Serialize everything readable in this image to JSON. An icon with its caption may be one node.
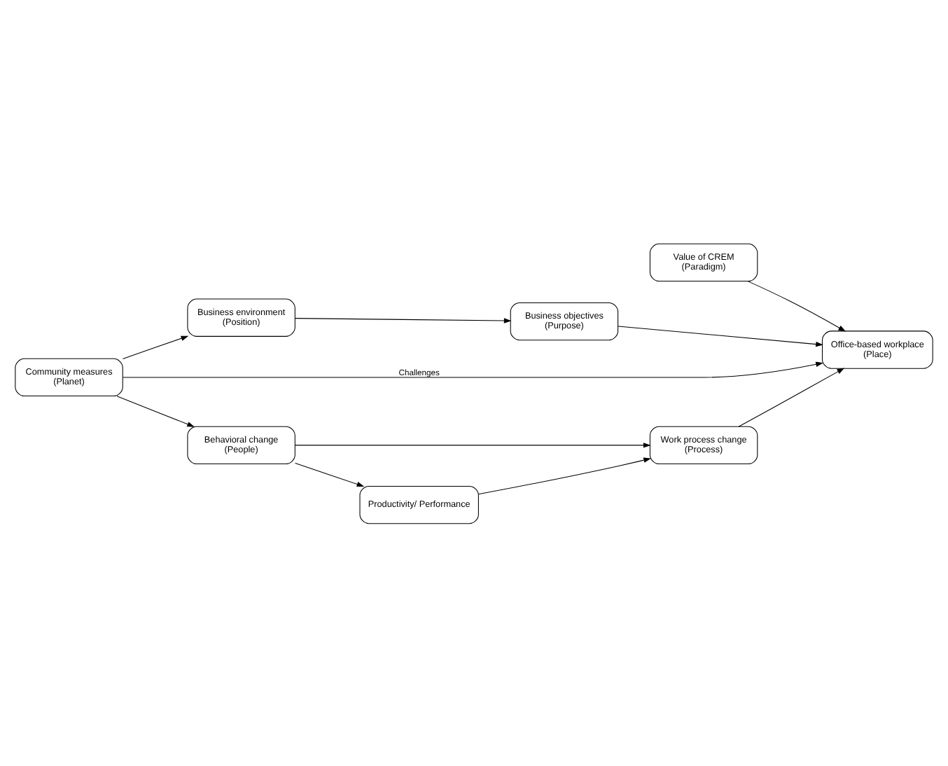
{
  "diagram": {
    "nodes": [
      {
        "text": [
          "Business environment",
          "(Position)"
        ]
      },
      {
        "text": [
          "Business objectives",
          "(Purpose)"
        ]
      },
      {
        "text": [
          "Value of CREM",
          "(Paradigm)"
        ]
      },
      {
        "text": [
          "Community measures",
          "(Planet)"
        ]
      },
      {
        "text": [
          "Office-based workplace",
          "(Place)"
        ]
      },
      {
        "text": [
          "Behavioral change",
          "(People)"
        ]
      },
      {
        "text": [
          "Work process change",
          "(Process)"
        ]
      },
      {
        "text": [
          "Productivity/ Performance"
        ]
      }
    ],
    "edges": [
      {
        "from": 3,
        "to": 0,
        "arrow": "to"
      },
      {
        "from": 0,
        "to": 1,
        "arrow": "to"
      },
      {
        "from": 1,
        "to": 4,
        "arrow": "to"
      },
      {
        "from": 2,
        "to": 4,
        "arrow": "to"
      },
      {
        "from": 3,
        "to": 4,
        "arrow": "to",
        "label": "Challenges"
      },
      {
        "from": 3,
        "to": 5,
        "arrow": "to"
      },
      {
        "from": 5,
        "to": 6,
        "arrow": "to"
      },
      {
        "from": 6,
        "to": 4,
        "arrow": "to"
      },
      {
        "from": 5,
        "to": 7,
        "arrow": "to"
      },
      {
        "from": 7,
        "to": 6,
        "arrow": "to"
      }
    ]
  }
}
